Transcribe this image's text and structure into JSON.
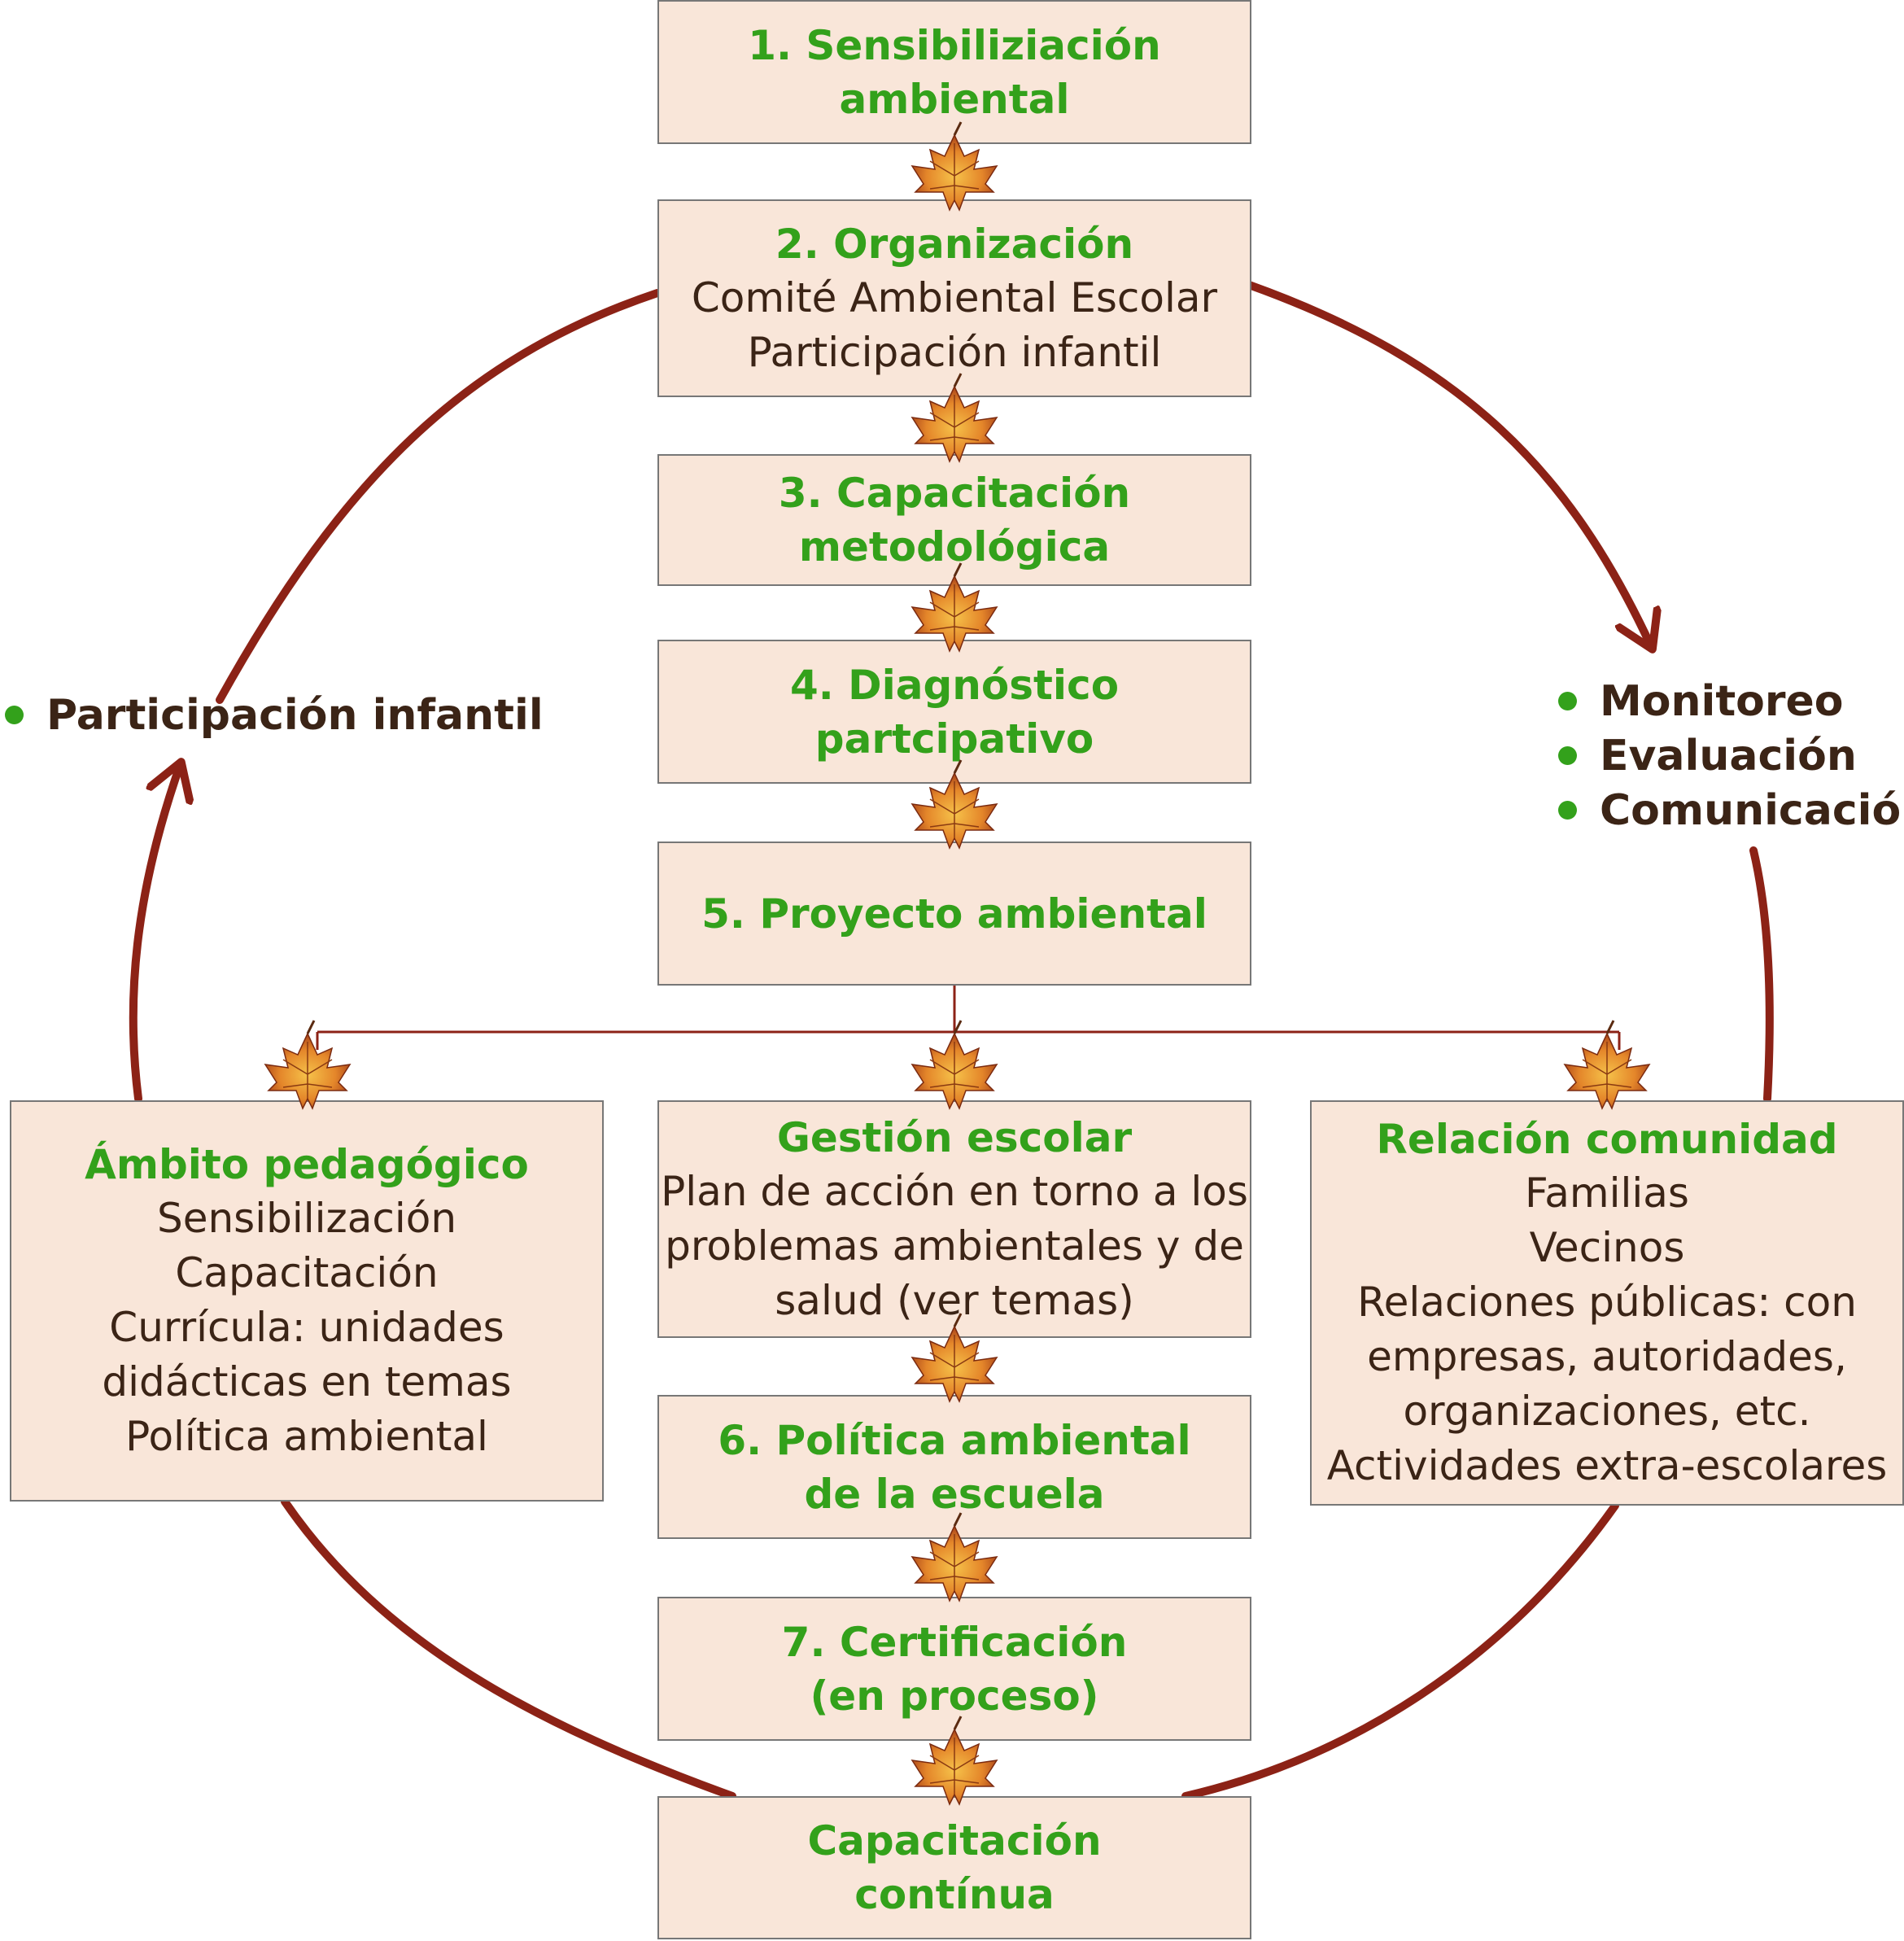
{
  "colors": {
    "box_fill": "#f9e6d9",
    "box_border": "#777777",
    "title_green": "#33a11b",
    "body_text": "#3b2416",
    "cycle_arrow": "#8c2216",
    "connector": "#8c2216"
  },
  "icons": {
    "separator": "maple-leaf-icon"
  },
  "steps": {
    "s1": {
      "title": [
        "1. Sensibiliziación",
        "ambiental"
      ]
    },
    "s2": {
      "title": [
        "2. Organización"
      ],
      "lines": [
        "Comité Ambiental Escolar",
        "Participación infantil"
      ]
    },
    "s3": {
      "title": [
        "3. Capacitación",
        "metodológica"
      ]
    },
    "s4": {
      "title": [
        "4. Diagnóstico",
        "partcipativo"
      ]
    },
    "s5": {
      "title": [
        "5. Proyecto ambiental"
      ]
    },
    "s6": {
      "title": [
        "6. Política ambiental",
        "de la escuela"
      ]
    },
    "s7": {
      "title": [
        "7. Certificación",
        "(en proceso)"
      ]
    },
    "s8": {
      "title": [
        "Capacitación",
        "contínua"
      ]
    }
  },
  "areas": {
    "pedagogico": {
      "title": [
        "Ámbito pedagógico"
      ],
      "lines": [
        "Sensibilización",
        "Capacitación",
        "Currícula: unidades",
        "didácticas en temas",
        "Política ambiental"
      ]
    },
    "gestion": {
      "title": [
        "Gestión escolar"
      ],
      "lines": [
        "Plan de acción en torno a los",
        "problemas ambientales y de",
        "salud (ver temas)"
      ]
    },
    "comunidad": {
      "title": [
        "Relación comunidad"
      ],
      "lines": [
        "Familias",
        "Vecinos",
        "Relaciones públicas: con",
        "empresas, autoridades,",
        "organizaciones, etc.",
        "Actividades extra-escolares"
      ]
    }
  },
  "left_note": {
    "items": [
      "Participación infantil"
    ]
  },
  "right_note": {
    "items": [
      "Monitoreo",
      "Evaluación",
      "Comunicación"
    ]
  }
}
